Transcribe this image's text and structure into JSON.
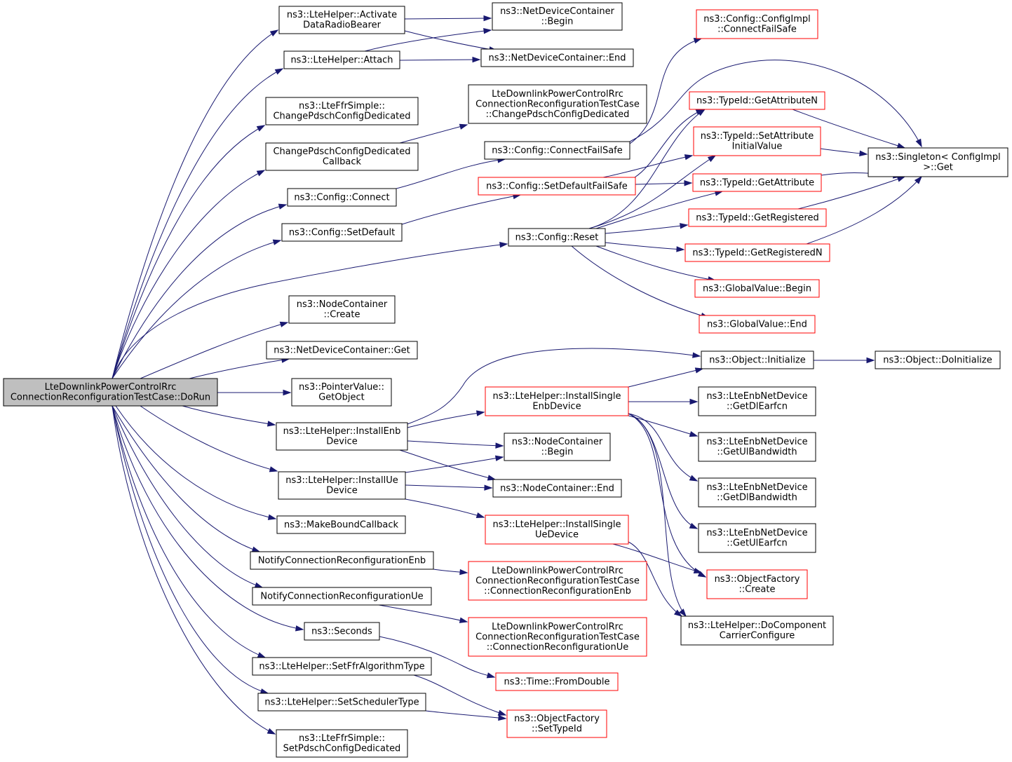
{
  "nodes": [
    {
      "id": "root",
      "lines": [
        "LteDownlinkPowerControlRrc",
        "ConnectionReconfigurationTestCase::DoRun"
      ],
      "kind": "root"
    },
    {
      "id": "activate",
      "lines": [
        "ns3::LteHelper::Activate",
        "DataRadioBearer"
      ],
      "kind": "black"
    },
    {
      "id": "attach",
      "lines": [
        "ns3::LteHelper::Attach"
      ],
      "kind": "black"
    },
    {
      "id": "ffr_change",
      "lines": [
        "ns3::LteFfrSimple::",
        "ChangePdschConfigDedicated"
      ],
      "kind": "black"
    },
    {
      "id": "change_cb",
      "lines": [
        "ChangePdschConfigDedicated",
        "Callback"
      ],
      "kind": "black"
    },
    {
      "id": "cfg_connect",
      "lines": [
        "ns3::Config::Connect"
      ],
      "kind": "black"
    },
    {
      "id": "cfg_setdefault",
      "lines": [
        "ns3::Config::SetDefault"
      ],
      "kind": "black"
    },
    {
      "id": "nc_create",
      "lines": [
        "ns3::NodeContainer",
        "::Create"
      ],
      "kind": "black"
    },
    {
      "id": "ndc_get",
      "lines": [
        "ns3::NetDeviceContainer::Get"
      ],
      "kind": "black"
    },
    {
      "id": "pv_getobject",
      "lines": [
        "ns3::PointerValue::",
        "GetObject"
      ],
      "kind": "black"
    },
    {
      "id": "install_enb",
      "lines": [
        "ns3::LteHelper::InstallEnb",
        "Device"
      ],
      "kind": "black"
    },
    {
      "id": "install_ue",
      "lines": [
        "ns3::LteHelper::InstallUe",
        "Device"
      ],
      "kind": "black"
    },
    {
      "id": "make_cb",
      "lines": [
        "ns3::MakeBoundCallback"
      ],
      "kind": "black"
    },
    {
      "id": "notify_enb",
      "lines": [
        "NotifyConnectionReconfigurationEnb"
      ],
      "kind": "black"
    },
    {
      "id": "notify_ue",
      "lines": [
        "NotifyConnectionReconfigurationUe"
      ],
      "kind": "black"
    },
    {
      "id": "seconds",
      "lines": [
        "ns3::Seconds"
      ],
      "kind": "black"
    },
    {
      "id": "set_ffr",
      "lines": [
        "ns3::LteHelper::SetFfrAlgorithmType"
      ],
      "kind": "black"
    },
    {
      "id": "set_sched",
      "lines": [
        "ns3::LteHelper::SetSchedulerType"
      ],
      "kind": "black"
    },
    {
      "id": "ffr_set",
      "lines": [
        "ns3::LteFfrSimple::",
        "SetPdschConfigDedicated"
      ],
      "kind": "black"
    },
    {
      "id": "ndc_begin",
      "lines": [
        "ns3::NetDeviceContainer",
        "::Begin"
      ],
      "kind": "black"
    },
    {
      "id": "ndc_end",
      "lines": [
        "ns3::NetDeviceContainer::End"
      ],
      "kind": "black"
    },
    {
      "id": "tc_change",
      "lines": [
        "LteDownlinkPowerControlRrc",
        "ConnectionReconfigurationTestCase",
        "::ChangePdschConfigDedicated"
      ],
      "kind": "black"
    },
    {
      "id": "cfg_connectfailsafe",
      "lines": [
        "ns3::Config::ConnectFailSafe"
      ],
      "kind": "black"
    },
    {
      "id": "cfg_setdefaultfailsafe",
      "lines": [
        "ns3::Config::SetDefaultFailSafe"
      ],
      "kind": "red"
    },
    {
      "id": "cfg_reset",
      "lines": [
        "ns3::Config::Reset"
      ],
      "kind": "black"
    },
    {
      "id": "cfgimpl_cfs",
      "lines": [
        "ns3::Config::ConfigImpl",
        "::ConnectFailSafe"
      ],
      "kind": "red"
    },
    {
      "id": "tid_getattrn",
      "lines": [
        "ns3::TypeId::GetAttributeN"
      ],
      "kind": "red"
    },
    {
      "id": "tid_setattrinit",
      "lines": [
        "ns3::TypeId::SetAttribute",
        "InitialValue"
      ],
      "kind": "red"
    },
    {
      "id": "tid_getattr",
      "lines": [
        "ns3::TypeId::GetAttribute"
      ],
      "kind": "red"
    },
    {
      "id": "tid_getreg",
      "lines": [
        "ns3::TypeId::GetRegistered"
      ],
      "kind": "red"
    },
    {
      "id": "tid_getregn",
      "lines": [
        "ns3::TypeId::GetRegisteredN"
      ],
      "kind": "red"
    },
    {
      "id": "gv_begin",
      "lines": [
        "ns3::GlobalValue::Begin"
      ],
      "kind": "red"
    },
    {
      "id": "gv_end",
      "lines": [
        "ns3::GlobalValue::End"
      ],
      "kind": "red"
    },
    {
      "id": "singleton",
      "lines": [
        "ns3::Singleton< ConfigImpl",
        ">::Get"
      ],
      "kind": "black"
    },
    {
      "id": "install_single_enb",
      "lines": [
        "ns3::LteHelper::InstallSingle",
        "EnbDevice"
      ],
      "kind": "red"
    },
    {
      "id": "nc_begin",
      "lines": [
        "ns3::NodeContainer",
        "::Begin"
      ],
      "kind": "black"
    },
    {
      "id": "nc_end",
      "lines": [
        "ns3::NodeContainer::End"
      ],
      "kind": "black"
    },
    {
      "id": "install_single_ue",
      "lines": [
        "ns3::LteHelper::InstallSingle",
        "UeDevice"
      ],
      "kind": "red"
    },
    {
      "id": "tc_notify_enb",
      "lines": [
        "LteDownlinkPowerControlRrc",
        "ConnectionReconfigurationTestCase",
        "::ConnectionReconfigurationEnb"
      ],
      "kind": "red"
    },
    {
      "id": "tc_notify_ue",
      "lines": [
        "LteDownlinkPowerControlRrc",
        "ConnectionReconfigurationTestCase",
        "::ConnectionReconfigurationUe"
      ],
      "kind": "red"
    },
    {
      "id": "time_fromdouble",
      "lines": [
        "ns3::Time::FromDouble"
      ],
      "kind": "red"
    },
    {
      "id": "of_settypeid",
      "lines": [
        "ns3::ObjectFactory",
        "::SetTypeId"
      ],
      "kind": "red"
    },
    {
      "id": "obj_init",
      "lines": [
        "ns3::Object::Initialize"
      ],
      "kind": "black"
    },
    {
      "id": "obj_doinit",
      "lines": [
        "ns3::Object::DoInitialize"
      ],
      "kind": "black"
    },
    {
      "id": "enb_getdlearfcn",
      "lines": [
        "ns3::LteEnbNetDevice",
        "::GetDlEarfcn"
      ],
      "kind": "black"
    },
    {
      "id": "enb_getulbw",
      "lines": [
        "ns3::LteEnbNetDevice",
        "::GetUlBandwidth"
      ],
      "kind": "black"
    },
    {
      "id": "enb_getdlbw",
      "lines": [
        "ns3::LteEnbNetDevice",
        "::GetDlBandwidth"
      ],
      "kind": "black"
    },
    {
      "id": "enb_getulearfcn",
      "lines": [
        "ns3::LteEnbNetDevice",
        "::GetUlEarfcn"
      ],
      "kind": "black"
    },
    {
      "id": "of_create",
      "lines": [
        "ns3::ObjectFactory",
        "::Create"
      ],
      "kind": "red"
    },
    {
      "id": "docc",
      "lines": [
        "ns3::LteHelper::DoComponent",
        "CarrierConfigure"
      ],
      "kind": "black"
    }
  ]
}
